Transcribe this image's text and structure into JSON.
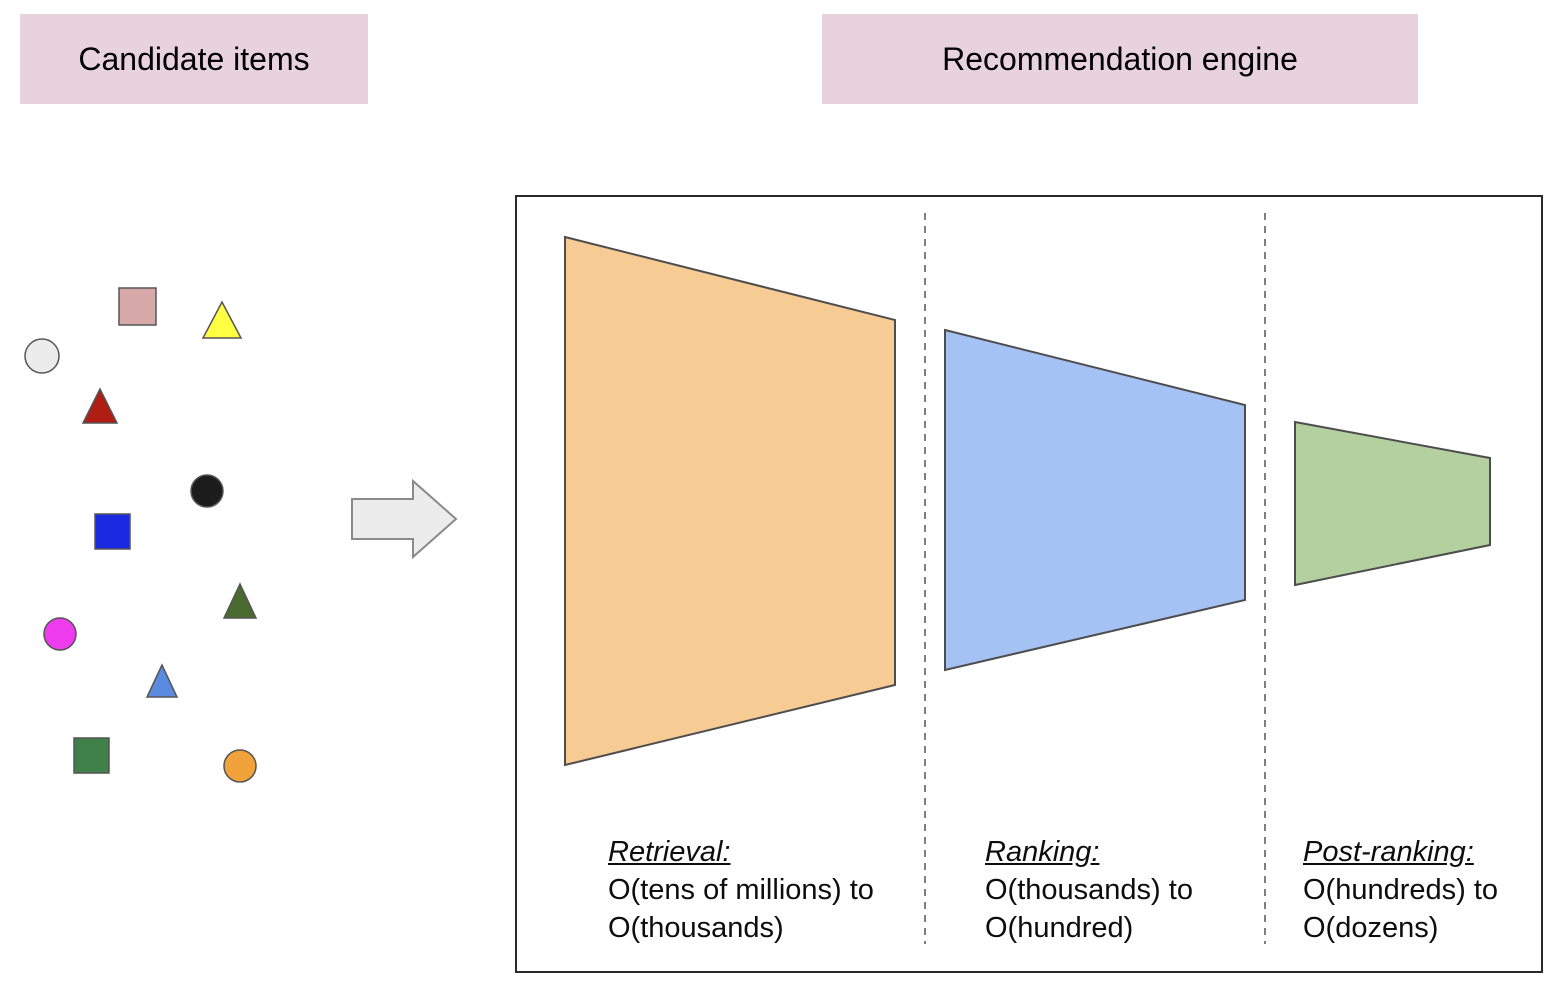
{
  "headers": {
    "candidate_items": "Candidate items",
    "recommendation_engine": "Recommendation engine"
  },
  "palette": {
    "header_bg": "#e8d3dd",
    "box_border": "#2b2b2b",
    "divider": "#7f7f7f",
    "funnel_stroke": "#4d4d4d",
    "arrow_fill": "#ececec",
    "arrow_stroke": "#8a8a8a",
    "shape_stroke": "#555555"
  },
  "icons": {
    "flow_arrow": "right-arrow"
  },
  "stages": [
    {
      "id": "retrieval",
      "label": "Retrieval:",
      "line1": "O(tens of millions) to",
      "line2": "O(thousands)",
      "color": "#f6cb94"
    },
    {
      "id": "ranking",
      "label": "Ranking:",
      "line1": "O(thousands) to",
      "line2": "O(hundred)",
      "color": "#a4c2f4"
    },
    {
      "id": "post-ranking",
      "label": "Post-ranking:",
      "line1": "O(hundreds) to",
      "line2": "O(dozens)",
      "color": "#b5d09f"
    }
  ],
  "candidate_shapes": [
    {
      "name": "rose-square",
      "type": "square",
      "color": "#d7a8a8"
    },
    {
      "name": "yellow-triangle",
      "type": "triangle",
      "color": "#ffff44"
    },
    {
      "name": "gray-circle",
      "type": "circle",
      "color": "#ececec"
    },
    {
      "name": "red-triangle",
      "type": "triangle",
      "color": "#b01d12"
    },
    {
      "name": "black-circle",
      "type": "circle",
      "color": "#1c1c1c"
    },
    {
      "name": "blue-square",
      "type": "square",
      "color": "#1a2ae0"
    },
    {
      "name": "dark-green-triangle",
      "type": "triangle",
      "color": "#4a6b2f"
    },
    {
      "name": "magenta-circle",
      "type": "circle",
      "color": "#ee3bee"
    },
    {
      "name": "blue-triangle",
      "type": "triangle",
      "color": "#5b8be0"
    },
    {
      "name": "green-square",
      "type": "square",
      "color": "#3f8148"
    },
    {
      "name": "orange-circle",
      "type": "circle",
      "color": "#f1a23b"
    }
  ]
}
